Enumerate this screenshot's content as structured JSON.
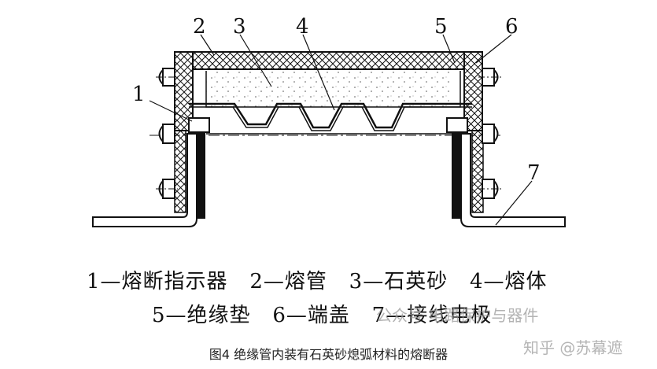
{
  "labels": {
    "n1": "1",
    "n2": "2",
    "n3": "3",
    "n4": "4",
    "n5": "5",
    "n6": "6",
    "n7": "7"
  },
  "legend": {
    "line1": "1—熔断指示器   2—熔管   3—石英砂   4—熔体",
    "line2": "5—绝缘垫   6—端盖   7—接线电极"
  },
  "watermark": {
    "channel": "公众号 电路保护与器件",
    "site": "知乎 @苏幕遮"
  },
  "caption": "图4 绝缘管内装有石英砂熄弧材料的熔断器"
}
